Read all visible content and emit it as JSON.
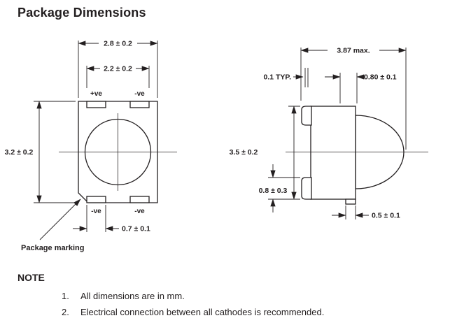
{
  "title": "Package Dimensions",
  "top_view": {
    "dim_outer_width": "2.8 ± 0.2",
    "dim_pad_span": "2.2 ± 0.2",
    "dim_body_height": "3.2 ± 0.2",
    "dim_pad_width": "0.7 ± 0.1",
    "pad_top_left_label": "+ve",
    "pad_top_right_label": "-ve",
    "pad_bottom_left_label": "-ve",
    "pad_bottom_right_label": "-ve",
    "marking_callout": "Package marking"
  },
  "side_view": {
    "dim_overall_width": "3.87 max.",
    "dim_standoff": "0.1 TYP.",
    "dim_lens_offset": "0.80 ± 0.1",
    "dim_body_height": "3.5 ± 0.2",
    "dim_lead_height": "0.8 ± 0.3",
    "dim_foot_width": "0.5 ± 0.1"
  },
  "note": {
    "heading": "NOTE",
    "items": [
      {
        "num": "1.",
        "text": "All dimensions are in mm."
      },
      {
        "num": "2.",
        "text": "Electrical connection between all cathodes is recommended."
      }
    ]
  }
}
